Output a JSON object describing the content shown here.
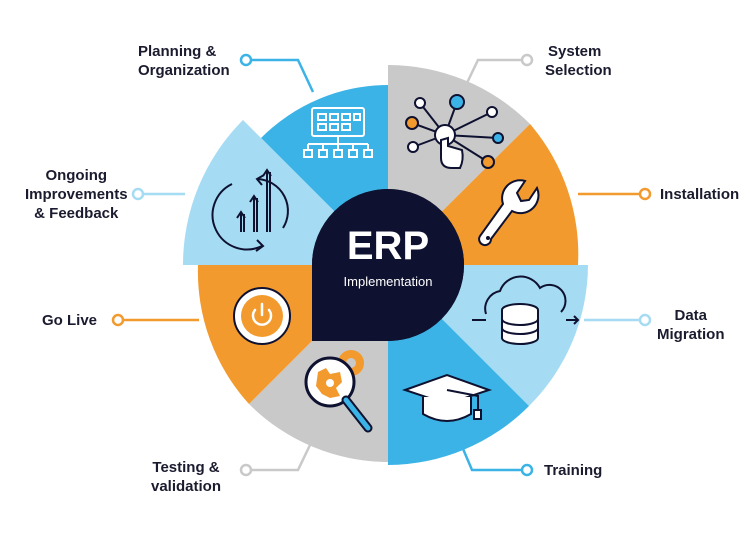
{
  "center": {
    "title": "ERP",
    "subtitle": "Implementation"
  },
  "colors": {
    "blue": "#3bb3e6",
    "orange": "#f29a2e",
    "gray": "#c9c9c9",
    "light_blue": "#a6dcf3",
    "navy": "#0e1130",
    "text": "#1b1b2f"
  },
  "stages": [
    {
      "id": "planning",
      "label_lines": [
        "Planning &",
        "Organization"
      ],
      "icon": "org-chart-icon",
      "color": "blue"
    },
    {
      "id": "selection",
      "label_lines": [
        "System",
        "Selection"
      ],
      "icon": "touch-network-icon",
      "color": "gray"
    },
    {
      "id": "install",
      "label_lines": [
        "Installation"
      ],
      "icon": "wrench-icon",
      "color": "orange"
    },
    {
      "id": "data",
      "label_lines": [
        "Data",
        "Migration"
      ],
      "icon": "cloud-database-icon",
      "color": "light_blue"
    },
    {
      "id": "training",
      "label_lines": [
        "Training"
      ],
      "icon": "graduation-cap-icon",
      "color": "blue"
    },
    {
      "id": "testing",
      "label_lines": [
        "Testing &",
        "validation"
      ],
      "icon": "magnifier-gear-icon",
      "color": "gray"
    },
    {
      "id": "golive",
      "label_lines": [
        "Go Live"
      ],
      "icon": "power-button-icon",
      "color": "orange"
    },
    {
      "id": "ongoing",
      "label_lines": [
        "Ongoing",
        "Improvements",
        "& Feedback"
      ],
      "icon": "growth-arrows-icon",
      "color": "light_blue"
    }
  ]
}
